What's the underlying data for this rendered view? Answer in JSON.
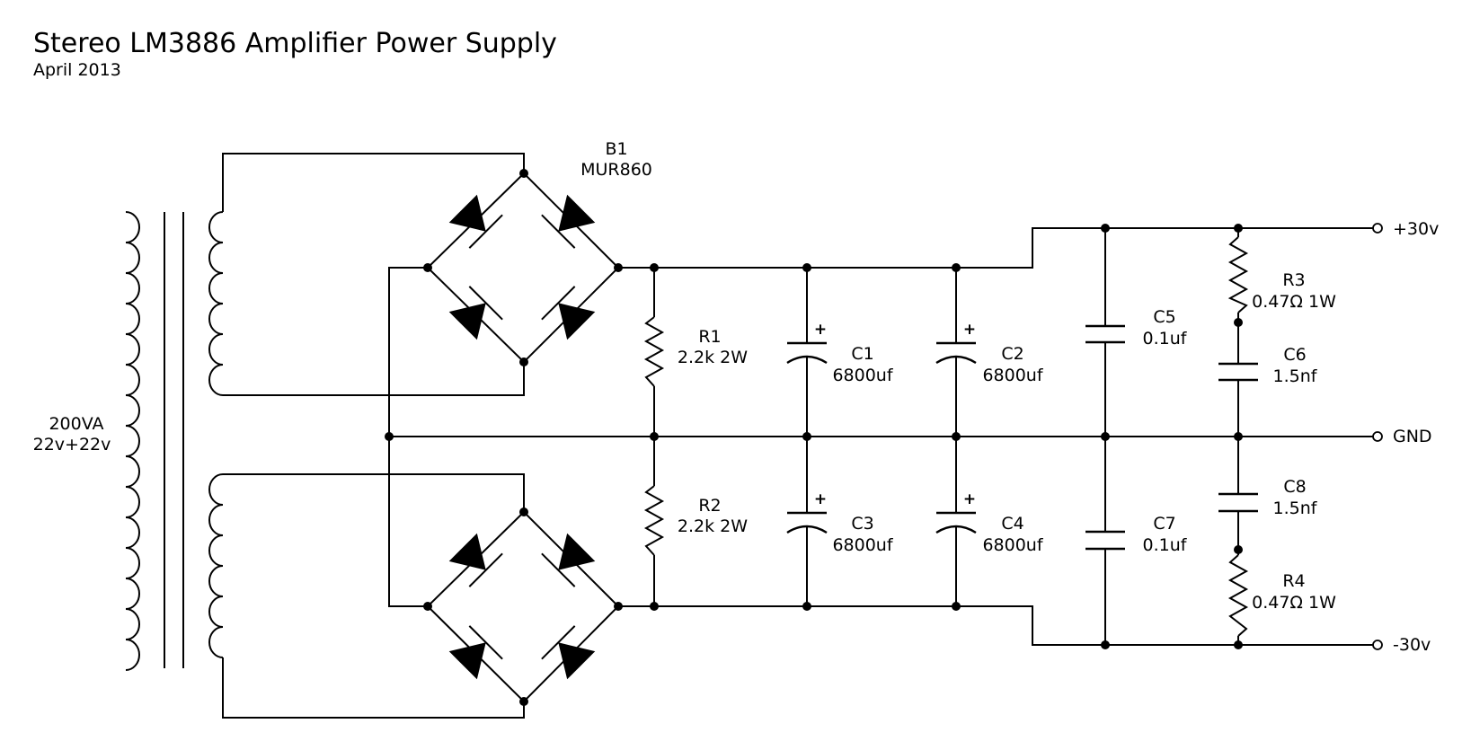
{
  "title": "Stereo LM3886 Amplifier Power Supply",
  "date": "April 2013",
  "transformer": {
    "rating": "200VA",
    "voltage": "22v+22v"
  },
  "bridge": {
    "ref": "B1",
    "part": "MUR860"
  },
  "components": {
    "R1": {
      "ref": "R1",
      "value": "2.2k 2W"
    },
    "R2": {
      "ref": "R2",
      "value": "2.2k 2W"
    },
    "C1": {
      "ref": "C1",
      "value": "6800uf"
    },
    "C2": {
      "ref": "C2",
      "value": "6800uf"
    },
    "C3": {
      "ref": "C3",
      "value": "6800uf"
    },
    "C4": {
      "ref": "C4",
      "value": "6800uf"
    },
    "C5": {
      "ref": "C5",
      "value": "0.1uf"
    },
    "C6": {
      "ref": "C6",
      "value": "1.5nf"
    },
    "C7": {
      "ref": "C7",
      "value": "0.1uf"
    },
    "C8": {
      "ref": "C8",
      "value": "1.5nf"
    },
    "R3": {
      "ref": "R3",
      "value": "0.47Ω 1W"
    },
    "R4": {
      "ref": "R4",
      "value": "0.47Ω 1W"
    }
  },
  "polarity_mark": "+",
  "outputs": {
    "positive": "+30v",
    "ground": "GND",
    "negative": "-30v"
  }
}
